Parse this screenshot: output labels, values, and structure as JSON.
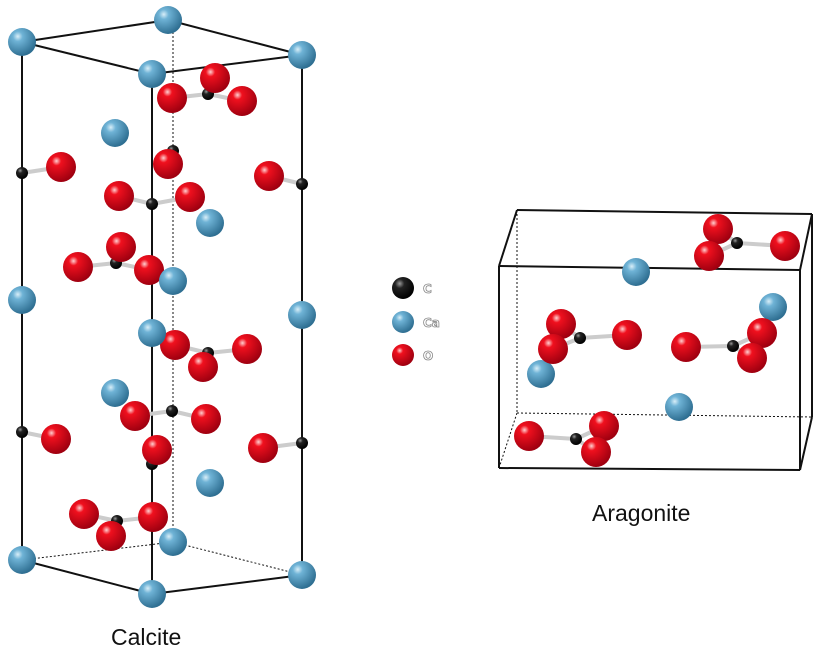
{
  "legend": {
    "items": [
      {
        "label": "C",
        "color": "#111111"
      },
      {
        "label": "Ca",
        "color": "#4a9cc4"
      },
      {
        "label": "O",
        "color": "#e8001c"
      }
    ]
  },
  "structures": [
    {
      "name": "Calcite"
    },
    {
      "name": "Aragonite"
    }
  ],
  "colors": {
    "cell_edge": "#111111",
    "bond": "#cccccc"
  }
}
